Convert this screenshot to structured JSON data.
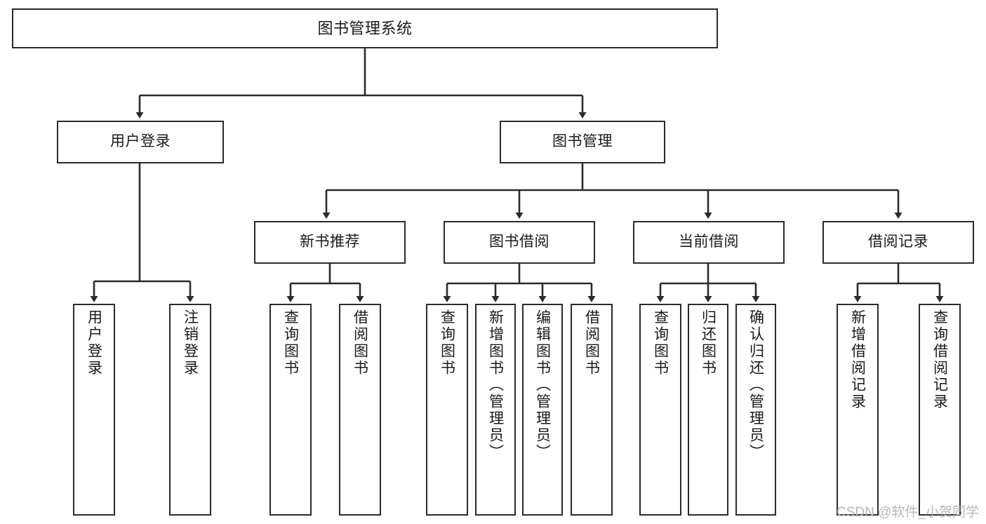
{
  "diagram": {
    "type": "tree-hierarchy-chart",
    "title": "图书管理系统",
    "stroke_color": "#2b2b2b",
    "fill_color": "#ffffff",
    "text_color": "#1a1a1a",
    "nodes": {
      "root": {
        "label": "图书管理系统"
      },
      "level1": [
        {
          "id": "user-login",
          "label": "用户登录"
        },
        {
          "id": "book-management",
          "label": "图书管理"
        }
      ],
      "level2": [
        {
          "id": "new-book-recommend",
          "label": "新书推荐"
        },
        {
          "id": "book-borrow",
          "label": "图书借阅"
        },
        {
          "id": "current-borrow",
          "label": "当前借阅"
        },
        {
          "id": "borrow-record",
          "label": "借阅记录"
        }
      ],
      "leaves": [
        {
          "id": "leaf-user-login",
          "label": "用户登录",
          "parent": "user-login"
        },
        {
          "id": "leaf-logout-login",
          "label": "注销登录",
          "parent": "user-login"
        },
        {
          "id": "leaf-query-book-1",
          "label": "查询图书",
          "parent": "new-book-recommend"
        },
        {
          "id": "leaf-borrow-book-1",
          "label": "借阅图书",
          "parent": "new-book-recommend"
        },
        {
          "id": "leaf-query-book-2",
          "label": "查询图书",
          "parent": "book-borrow"
        },
        {
          "id": "leaf-add-book",
          "label": "新增图书（管理员）",
          "parent": "book-borrow"
        },
        {
          "id": "leaf-edit-book",
          "label": "编辑图书（管理员）",
          "parent": "book-borrow"
        },
        {
          "id": "leaf-borrow-book-2",
          "label": "借阅图书",
          "parent": "book-borrow"
        },
        {
          "id": "leaf-query-book-3",
          "label": "查询图书",
          "parent": "current-borrow"
        },
        {
          "id": "leaf-return-book",
          "label": "归还图书",
          "parent": "current-borrow"
        },
        {
          "id": "leaf-confirm-return",
          "label": "确认归还（管理员）",
          "parent": "current-borrow"
        },
        {
          "id": "leaf-add-record",
          "label": "新增借阅记录",
          "parent": "borrow-record"
        },
        {
          "id": "leaf-query-record",
          "label": "查询借阅记录",
          "parent": "borrow-record"
        }
      ]
    }
  },
  "watermark": {
    "text": "CSDN @软件_小贺同学"
  }
}
